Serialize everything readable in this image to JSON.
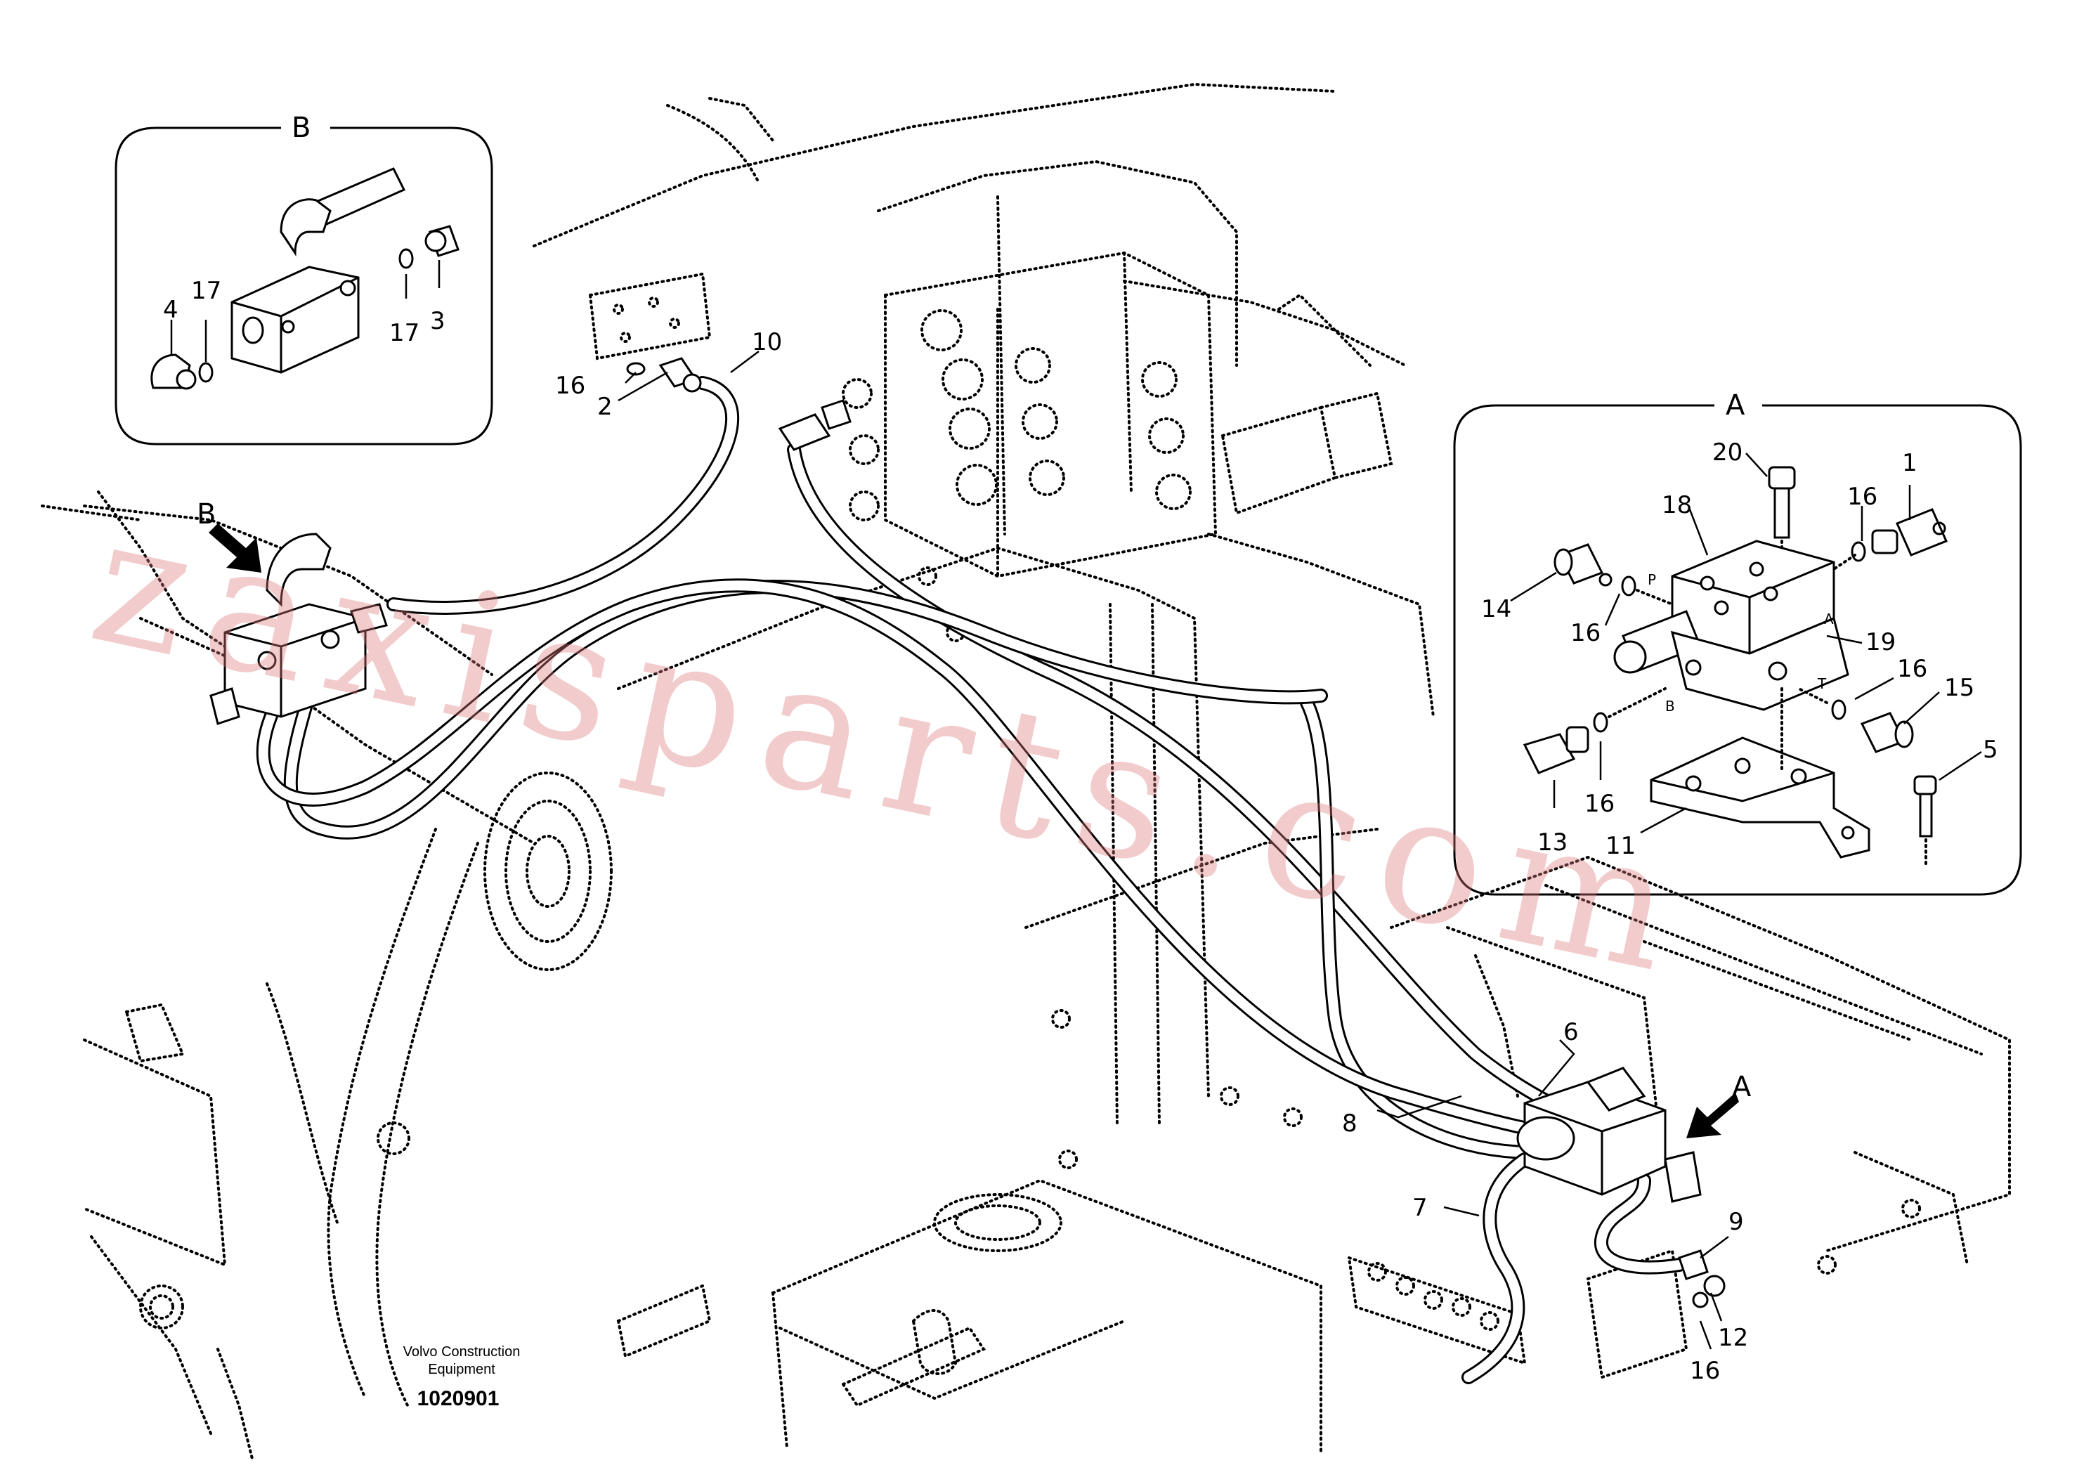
{
  "detail_b": {
    "title": "B",
    "callouts": [
      "17",
      "4",
      "17",
      "3"
    ]
  },
  "detail_a": {
    "title": "A",
    "callouts": [
      "20",
      "1",
      "18",
      "16",
      "14",
      "16",
      "19",
      "16",
      "15",
      "16",
      "13",
      "11",
      "5"
    ],
    "ports": [
      "P",
      "A",
      "B",
      "T"
    ]
  },
  "main": {
    "callouts": [
      "10",
      "16",
      "2",
      "6",
      "8",
      "7",
      "9",
      "12",
      "16"
    ],
    "view_arrows": [
      "B",
      "A"
    ]
  },
  "watermark": "zaxisparts.com",
  "footer": {
    "company_line1": "Volvo Construction",
    "company_line2": "Equipment",
    "doc_number": "1020901"
  }
}
